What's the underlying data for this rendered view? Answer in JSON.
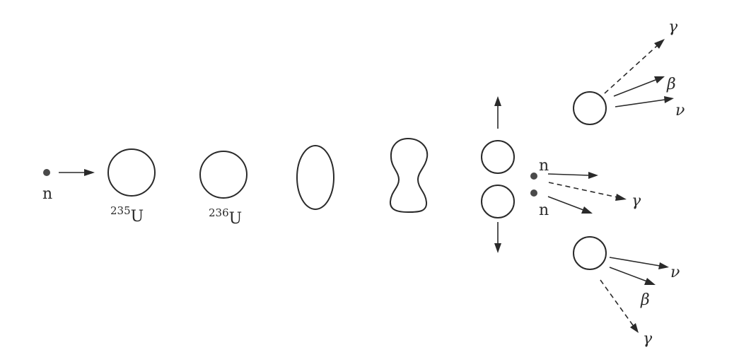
{
  "labels": {
    "neutron": "n",
    "u235_mass": "235",
    "u235_symbol": "U",
    "u236_mass": "236",
    "u236_symbol": "U",
    "emitted_neutron_1": "n",
    "emitted_neutron_2": "n",
    "gamma": "γ",
    "beta": "β",
    "neutrino": "ν"
  }
}
